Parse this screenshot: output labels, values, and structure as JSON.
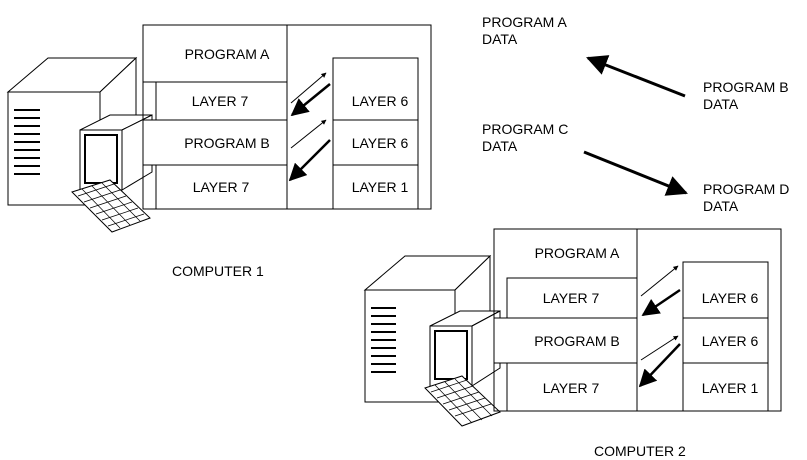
{
  "computer1": {
    "caption": "COMPUTER 1",
    "cells": {
      "program_a": "PROGRAM  A",
      "layer7_top": "LAYER 7",
      "program_b": "PROGRAM  B",
      "layer7_bottom": "LAYER 7",
      "layer6_top": "LAYER 6",
      "layer6_mid": "LAYER 6",
      "layer1": "LAYER 1"
    }
  },
  "computer2": {
    "caption": "COMPUTER 2",
    "cells": {
      "program_a": "PROGRAM  A",
      "layer7_top": "LAYER 7",
      "program_b": "PROGRAM  B",
      "layer7_bottom": "LAYER 7",
      "layer6_top": "LAYER 6",
      "layer6_mid": "LAYER 6",
      "layer1": "LAYER 1"
    }
  },
  "flows": {
    "a_data": [
      "PROGRAM   A",
      "DATA"
    ],
    "b_data": [
      "PROGRAM  B",
      "DATA"
    ],
    "c_data": [
      "PROGRAM  C",
      "DATA"
    ],
    "d_data": [
      "PROGRAM  D",
      "DATA"
    ]
  }
}
